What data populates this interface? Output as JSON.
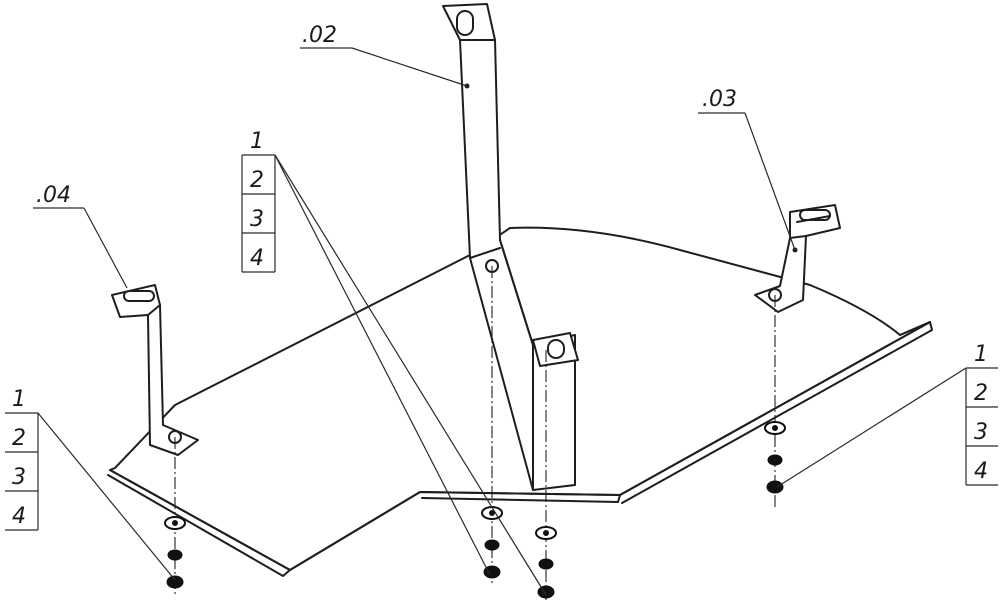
{
  "callouts": {
    "part_02": ".02",
    "part_03": ".03",
    "part_04": ".04"
  },
  "stacks": [
    {
      "items": [
        "1",
        "2",
        "3",
        "4"
      ]
    },
    {
      "items": [
        "1",
        "2",
        "3",
        "4"
      ]
    },
    {
      "items": [
        "1",
        "2",
        "3",
        "4"
      ]
    }
  ]
}
